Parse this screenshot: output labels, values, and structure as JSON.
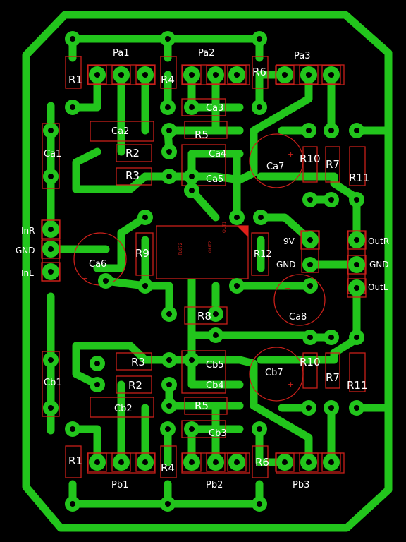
{
  "board": {
    "trace_color": "#22c51c",
    "silk_color": "#c8201a",
    "background": "#000000",
    "label_color": "#ffffff"
  },
  "labels": {
    "pa1": "Pa1",
    "pa2": "Pa2",
    "pa3": "Pa3",
    "pb1": "Pb1",
    "pb2": "Pb2",
    "pb3": "Pb3",
    "r1a": "R1",
    "r4a": "R4",
    "r6a": "R6",
    "r1b": "R1",
    "r4b": "R4",
    "r6b": "R6",
    "ca1": "Ca1",
    "ca2": "Ca2",
    "ca3": "Ca3",
    "ca4": "Ca4",
    "ca5": "Ca5",
    "ca6": "Ca6",
    "ca7": "Ca7",
    "ca8": "Ca8",
    "cb1": "Cb1",
    "cb2": "Cb2",
    "cb3": "Cb3",
    "cb4": "Cb4",
    "cb5": "Cb5",
    "cb7": "Cb7",
    "r2a": "R2",
    "r3a": "R3",
    "r5a": "R5",
    "r2b": "R2",
    "r3b": "R3",
    "r5b": "R5",
    "r7a": "R7",
    "r10a": "R10",
    "r11a": "R11",
    "r7b": "R7",
    "r10b": "R10",
    "r11b": "R11",
    "r8": "R8",
    "r9": "R9",
    "r12": "R12",
    "in_r": "InR",
    "gnd_in": "GND",
    "in_l": "InL",
    "v9": "9V",
    "gnd_pwr": "GND",
    "out_r": "OutR",
    "gnd_out": "GND",
    "out_l": "OutL"
  }
}
